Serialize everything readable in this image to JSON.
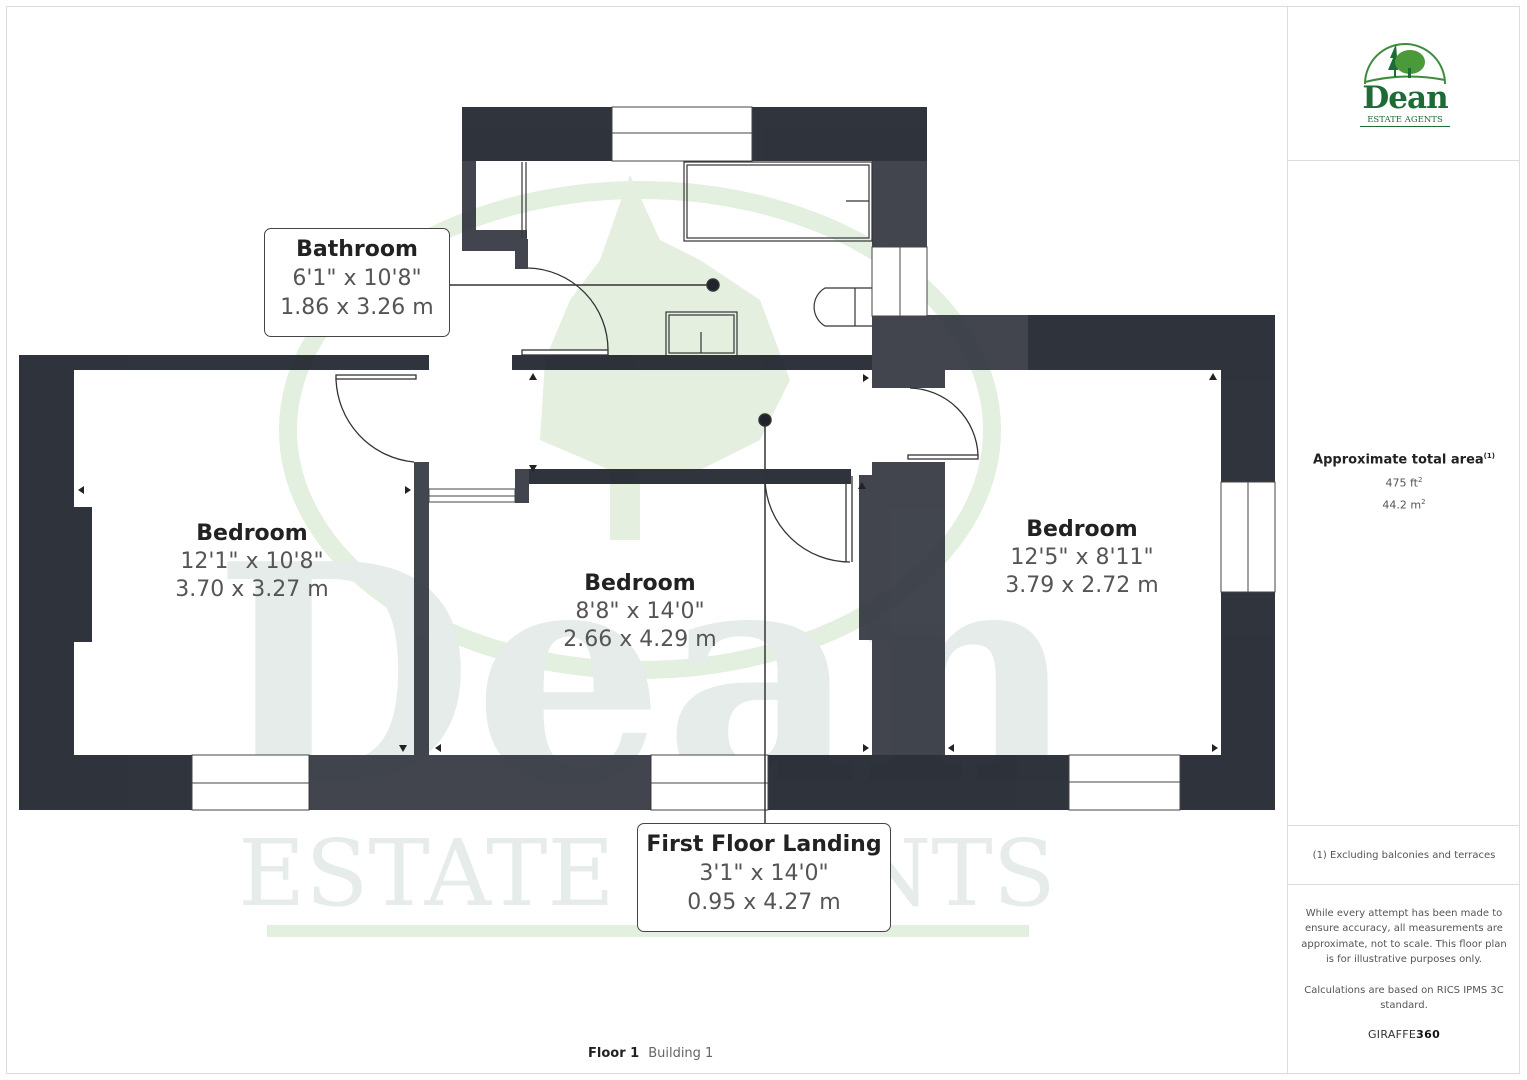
{
  "brand": {
    "name": "Dean",
    "subtitle": "ESTATE AGENTS",
    "colors": {
      "green": "#1d6b35",
      "light_green": "#4a9a3a",
      "wall_dark": "#1e232c",
      "wall_mid": "#323640"
    }
  },
  "watermark": {
    "text_main": "Dean",
    "text_sub": "ESTATE AGENTS"
  },
  "rooms": [
    {
      "name": "Bathroom",
      "imperial": "6'1\" x 10'8\"",
      "metric": "1.86 x 3.26 m"
    },
    {
      "name": "Bedroom",
      "imperial": "12'1\" x 10'8\"",
      "metric": "3.70 x 3.27 m"
    },
    {
      "name": "Bedroom",
      "imperial": "8'8\" x 14'0\"",
      "metric": "2.66 x 4.29 m"
    },
    {
      "name": "Bedroom",
      "imperial": "12'5\" x 8'11\"",
      "metric": "3.79 x 2.72 m"
    },
    {
      "name": "First Floor Landing",
      "imperial": "3'1\" x 14'0\"",
      "metric": "0.95 x 4.27 m"
    }
  ],
  "floor": {
    "label": "Floor 1",
    "building": "Building 1"
  },
  "summary": {
    "title": "Approximate total area",
    "footnote_marker": "(1)",
    "area_ft": "475 ft",
    "area_m": "44.2 m",
    "sup": "2",
    "footnote": "(1) Excluding balconies and terraces",
    "disclaimer": "While every attempt has been made to ensure accuracy, all measurements are approximate, not to scale. This floor plan is for illustrative purposes only.",
    "calculations": "Calculations are based on RICS IPMS 3C standard.",
    "provider_a": "GIRAFFE",
    "provider_b": "360"
  }
}
